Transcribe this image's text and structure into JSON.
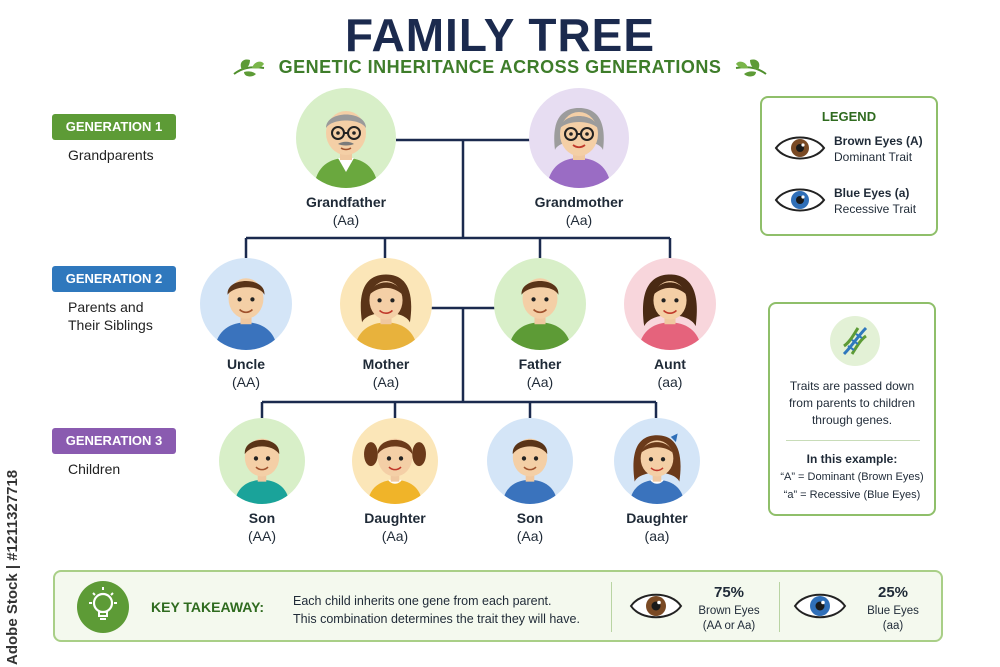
{
  "header": {
    "title": "FAMILY TREE",
    "subtitle": "GENETIC INHERITANCE ACROSS GENERATIONS"
  },
  "generations": [
    {
      "badge": "GENERATION 1",
      "desc_line1": "Grandparents",
      "desc_line2": "",
      "color": "#5d9b36"
    },
    {
      "badge": "GENERATION 2",
      "desc_line1": "Parents and",
      "desc_line2": "Their Siblings",
      "color": "#2f78bd"
    },
    {
      "badge": "GENERATION 3",
      "desc_line1": "Children",
      "desc_line2": "",
      "color": "#8a5bb0"
    }
  ],
  "people": {
    "grandfather": {
      "name": "Grandfather",
      "genotype": "(Aa)"
    },
    "grandmother": {
      "name": "Grandmother",
      "genotype": "(Aa)"
    },
    "uncle": {
      "name": "Uncle",
      "genotype": "(AA)"
    },
    "mother": {
      "name": "Mother",
      "genotype": "(Aa)"
    },
    "father": {
      "name": "Father",
      "genotype": "(Aa)"
    },
    "aunt": {
      "name": "Aunt",
      "genotype": "(aa)"
    },
    "son1": {
      "name": "Son",
      "genotype": "(AA)"
    },
    "daughter1": {
      "name": "Daughter",
      "genotype": "(Aa)"
    },
    "son2": {
      "name": "Son",
      "genotype": "(Aa)"
    },
    "daughter2": {
      "name": "Daughter",
      "genotype": "(aa)"
    }
  },
  "legend": {
    "title": "LEGEND",
    "brown": {
      "label": "Brown Eyes (A)",
      "sub": "Dominant Trait",
      "color": "#7a4a24"
    },
    "blue": {
      "label": "Blue Eyes (a)",
      "sub": "Recessive Trait",
      "color": "#2f6fb8"
    }
  },
  "info": {
    "text_line1": "Traits are passed down",
    "text_line2": "from parents to children",
    "text_line3": "through genes.",
    "example_title": "In this example:",
    "key_dominant": "“A” = Dominant (Brown Eyes)",
    "key_recessive": "“a” = Recessive (Blue Eyes)"
  },
  "takeaway": {
    "label": "KEY TAKEAWAY:",
    "line1": "Each child inherits one gene from each parent.",
    "line2": "This combination determines the trait they will have.",
    "stats": [
      {
        "percent": "75%",
        "line1": "Brown Eyes",
        "line2": "(AA or Aa)",
        "value": 75
      },
      {
        "percent": "25%",
        "line1": "Blue Eyes",
        "line2": "(aa)",
        "value": 25
      }
    ]
  },
  "credit": "Adobe Stock | #1211327718"
}
